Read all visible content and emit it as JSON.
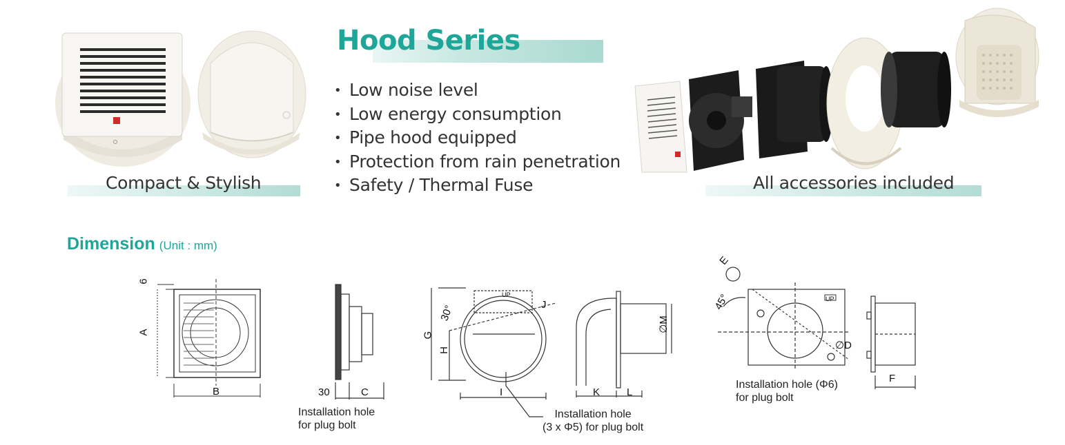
{
  "header": {
    "title": "Hood Series"
  },
  "features": [
    "Low noise level",
    "Low energy consumption",
    "Pipe hood equipped",
    "Protection from rain penetration",
    "Safety / Thermal Fuse"
  ],
  "bullet": "•",
  "captions": {
    "left": "Compact & Stylish",
    "right": "All accessories included"
  },
  "dimension": {
    "title": "Dimension",
    "unit": "(Unit : mm)"
  },
  "diagram_labels": {
    "six": "6",
    "A": "A",
    "B": "B",
    "thirty": "30",
    "C": "C",
    "thirty_deg": "30°",
    "G": "G",
    "H": "H",
    "I": "I",
    "J": "J",
    "K": "K",
    "L": "L",
    "M": "∅M",
    "E": "E",
    "fortyfive_deg": "45°",
    "D": "∅D",
    "F": "F",
    "up1": "UP",
    "up2": "UP"
  },
  "notes": {
    "side_1": "Installation hole",
    "side_2": "for plug bolt",
    "hood_1": "Installation hole",
    "hood_2": "(3 x Φ5) for plug bolt",
    "back_1": "Installation hole (Φ6)",
    "back_2": "for plug bolt"
  },
  "colors": {
    "accent": "#1ea698",
    "band": "#a9d9d1",
    "product_white": "#f4f1ea",
    "part_black": "#1c1c1c"
  }
}
